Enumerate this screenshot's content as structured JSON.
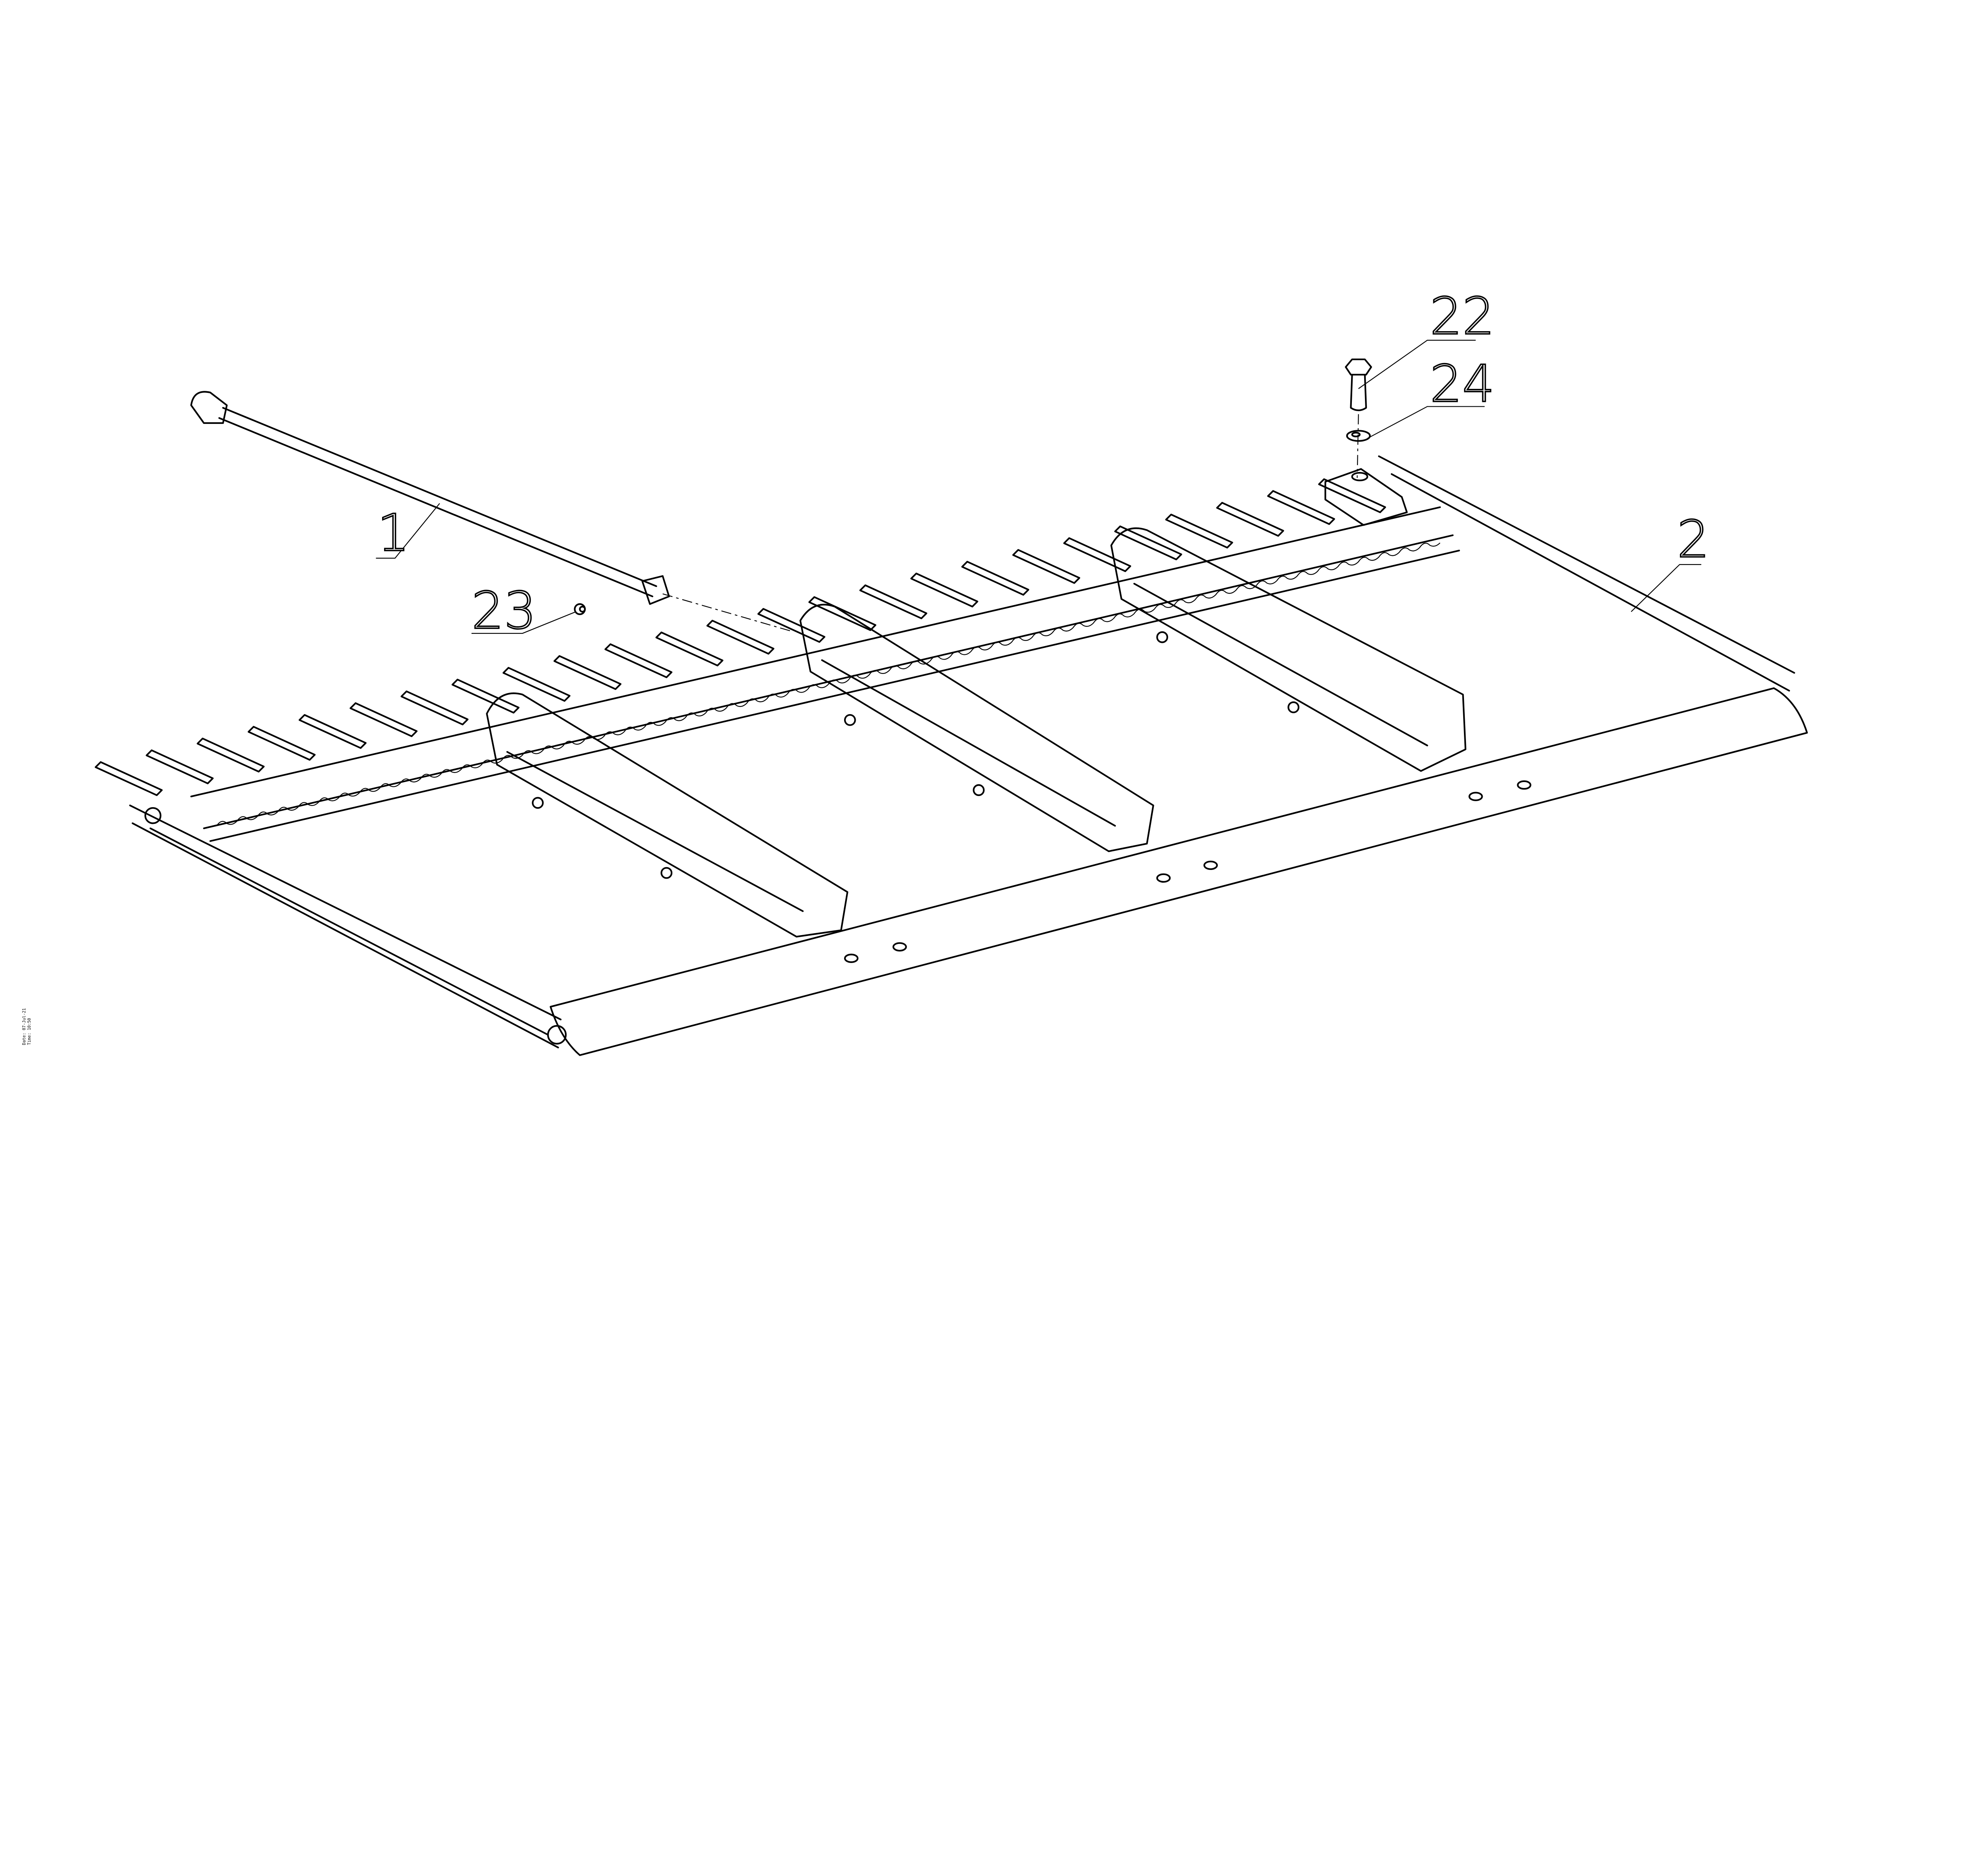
{
  "drawing": {
    "callouts": [
      {
        "id": "1",
        "label": "1",
        "part": "rod"
      },
      {
        "id": "2",
        "label": "2",
        "part": "frame"
      },
      {
        "id": "22",
        "label": "22",
        "part": "bolt"
      },
      {
        "id": "23",
        "label": "23",
        "part": "nut"
      },
      {
        "id": "24",
        "label": "24",
        "part": "washer"
      }
    ],
    "stamp": {
      "date": "Date: 07-Jul-21",
      "time": "Time: 10:50"
    }
  }
}
